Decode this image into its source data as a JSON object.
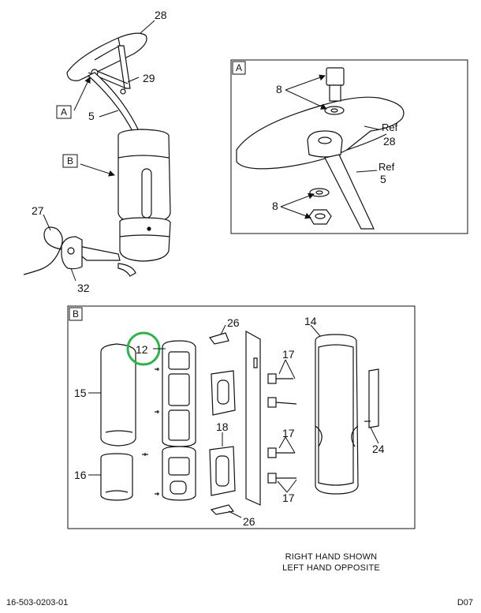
{
  "callouts": {
    "c28": "28",
    "c29": "29",
    "c5": "5",
    "cA": "A",
    "cB": "B",
    "c27": "27",
    "c32": "32",
    "c8_top": "8",
    "c8_bottom": "8",
    "ref_28_label": "Ref",
    "ref_28_num": "28",
    "ref_5_label": "Ref",
    "ref_5_num": "5",
    "detailA_title": "A",
    "detailB_title": "B",
    "c26_top": "26",
    "c26_bottom": "26",
    "c14": "14",
    "c12": "12",
    "c15": "15",
    "c16": "16",
    "c18": "18",
    "c17_a": "17",
    "c17_b": "17",
    "c17_c": "17",
    "c24": "24"
  },
  "notes": {
    "line1": "RIGHT HAND SHOWN",
    "line2": "LEFT HAND OPPOSITE"
  },
  "footer": {
    "drawing_number": "16-503-0203-01",
    "sheet": "D07"
  },
  "colors": {
    "line": "#111111",
    "highlight_circle": "#2db34a"
  }
}
